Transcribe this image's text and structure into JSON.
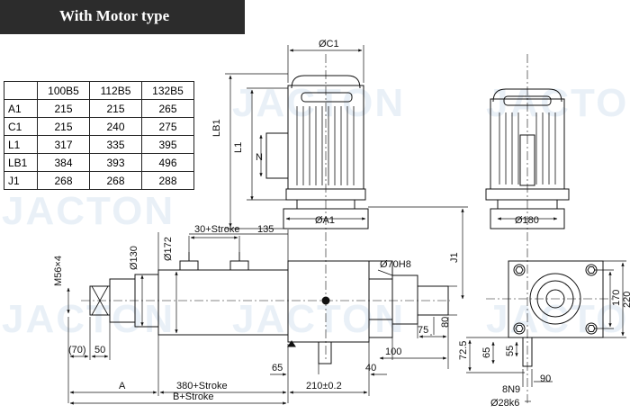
{
  "title": "With Motor type",
  "watermark": "JACTON",
  "table": {
    "headers": [
      "",
      "100B5",
      "112B5",
      "132B5"
    ],
    "rows": [
      {
        "label": "A1",
        "values": [
          "215",
          "215",
          "265"
        ]
      },
      {
        "label": "C1",
        "values": [
          "215",
          "240",
          "275"
        ]
      },
      {
        "label": "L1",
        "values": [
          "317",
          "335",
          "395"
        ]
      },
      {
        "label": "LB1",
        "values": [
          "384",
          "393",
          "496"
        ]
      },
      {
        "label": "J1",
        "values": [
          "268",
          "268",
          "288"
        ]
      }
    ]
  },
  "dims": {
    "c1": "ØC1",
    "lb1": "LB1",
    "l1": "L1",
    "n": "N",
    "a1": "ØA1",
    "d180": "Ø180",
    "j1": "J1",
    "stroke30": "30+Stroke",
    "d135": "135",
    "d172": "Ø172",
    "d130": "Ø130",
    "m56": "M56×4",
    "d70h8": "Ø70H8",
    "d80": "80",
    "d75": "75",
    "d100": "100",
    "d65": "65",
    "d40": "40",
    "d70p": "(70)",
    "d50": "50",
    "a": "A",
    "stroke380": "380+Stroke",
    "d210": "210±0.2",
    "bstroke": "B+Stroke",
    "d170": "170",
    "d220": "220",
    "d72_5": "72.5",
    "d65s": "65",
    "d55": "55",
    "d8n9": "8N9",
    "d90": "90",
    "d28k6": "Ø28k6"
  }
}
